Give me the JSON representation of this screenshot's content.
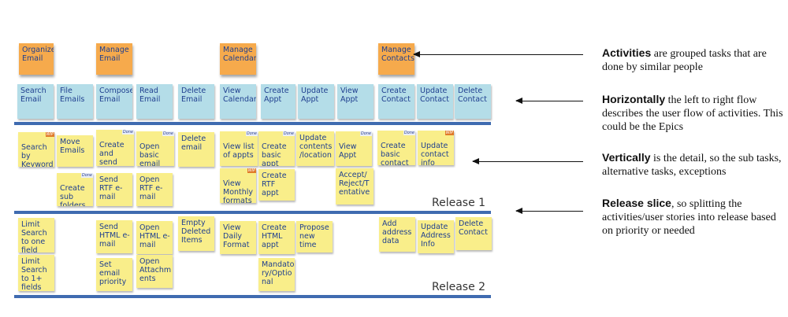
{
  "activities": [
    "Organize\nEmail",
    "Manage\nEmail",
    "Manage\nCalendar",
    "Manage\nContacts"
  ],
  "tasks": [
    "Search\nEmail",
    "File\nEmails",
    "Compose\nEmail",
    "Read\nEmail",
    "Delete\nEmail",
    "View\nCalendar",
    "Create\nAppt",
    "Update\nAppt",
    "View\nAppt",
    "Create\nContact",
    "Update\nContact",
    "Delete\nContact"
  ],
  "release1": [
    "Search\nby\nKeyword",
    "Move\nEmails",
    "Create\nsub\nfolders",
    "Create\nand send\nbasic\nemail",
    "Send\nRTF e-\nmail",
    "Open\nbasic\nemail",
    "Open\nRTF e-\nmail",
    "Delete\nemail",
    "View list\nof appts",
    "View\nMonthly\nformats",
    "Create\nbasic\nappt",
    "Create\nRTF appt",
    "Update\ncontents\n/location",
    "View\nAppt",
    "Accept/\nReject/T\nentative",
    "Create\nbasic\ncontact",
    "Update\ncontact\ninfo"
  ],
  "release2": [
    "Limit\nSearch\nto one\nfield",
    "Limit\nSearch\nto 1+\nfields",
    "Send\nHTML e-\nmail",
    "Set\nemail\npriority",
    "Open\nHTML e-\nmail",
    "Open\nAttachm\nents",
    "Empty\nDeleted\nItems",
    "View\nDaily\nFormat",
    "Create\nHTML\nappt",
    "Mandato\nry/Optio\nnal",
    "Propose\nnew time",
    "Add\naddress\ndata",
    "Update\nAddress\nInfo",
    "Delete\nContact"
  ],
  "tags": {
    "done": "Done",
    "wip": "WIP"
  },
  "release_labels": {
    "r1": "Release 1",
    "r2": "Release 2"
  },
  "callouts": {
    "activities": {
      "bold": "Activities",
      "text": " are grouped tasks that are done by similar people"
    },
    "horizontal": {
      "bold": "Horizontally",
      "text": " the left to right flow describes the user flow of activities. This could be the Epics"
    },
    "vertical": {
      "bold": "Vertically",
      "text": " is the detail, so the sub tasks, alternative tasks, exceptions"
    },
    "release": {
      "bold": "Release slice",
      "text": ", so splitting the activities/user stories into release based on priority or needed"
    }
  },
  "colors": {
    "activity": "#f6aa4c",
    "task": "#b4dde8",
    "story": "#f9ee8a",
    "bar": "#3f6bb0"
  }
}
